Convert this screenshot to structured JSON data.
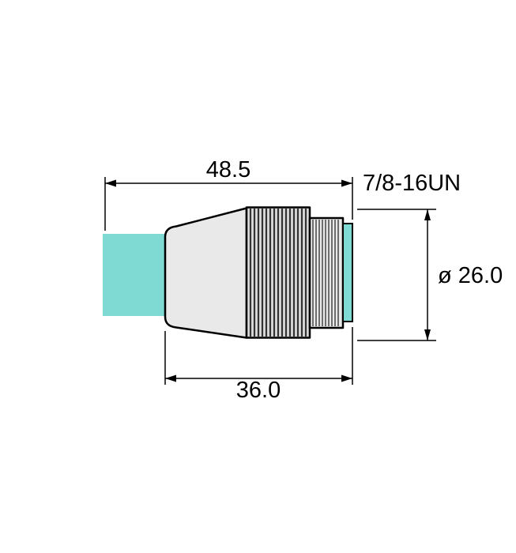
{
  "diagram": {
    "title": "connector-dimension-drawing",
    "labels": {
      "dim_length_total": "48.5",
      "thread_spec": "7/8-16UN",
      "dim_diameter": "ø 26.0",
      "dim_length_body": "36.0"
    },
    "colors": {
      "background": "#ffffff",
      "cable": "#7edad2",
      "body": "#e9e9e9",
      "knurl": "#dcdcdc",
      "outline": "#000000"
    }
  }
}
